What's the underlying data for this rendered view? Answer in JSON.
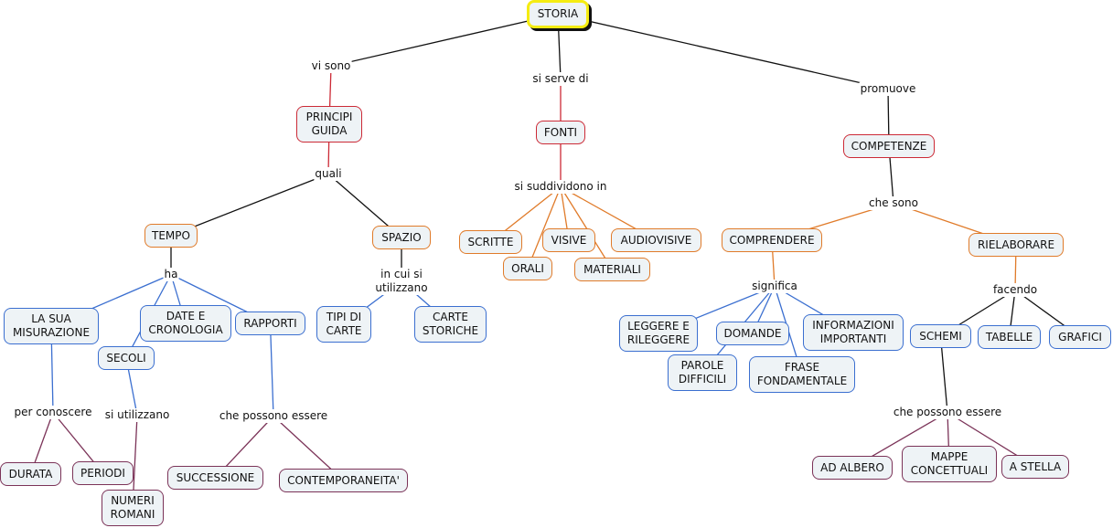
{
  "colors": {
    "root_border": "#f5ec12",
    "level1_border": "#cc2a36",
    "level2_border": "#e07b2a",
    "level3_border": "#3b6fd0",
    "level4_border": "#7b3358",
    "node_fill": "#eef3f6",
    "link_black": "#111111"
  },
  "nodes": {
    "storia": "STORIA",
    "principi_guida": "PRINCIPI\nGUIDA",
    "fonti": "FONTI",
    "competenze": "COMPETENZE",
    "tempo": "TEMPO",
    "spazio": "SPAZIO",
    "la_sua_misurazione": "LA SUA\nMISURAZIONE",
    "date_cronologia": "DATE E\nCRONOLOGIA",
    "rapporti": "RAPPORTI",
    "secoli": "SECOLI",
    "tipi_di_carte": "TIPI DI\nCARTE",
    "carte_storiche": "CARTE\nSTORICHE",
    "durata": "DURATA",
    "periodi": "PERIODI",
    "numeri_romani": "NUMERI\nROMANI",
    "successione": "SUCCESSIONE",
    "contemporaneita": "CONTEMPORANEITA'",
    "scritte": "SCRITTE",
    "orali": "ORALI",
    "visive": "VISIVE",
    "materiali": "MATERIALI",
    "audiovisive": "AUDIOVISIVE",
    "comprendere": "COMPRENDERE",
    "rielaborare": "RIELABORARE",
    "leggere_rileggere": "LEGGERE E\nRILEGGERE",
    "domande": "DOMANDE",
    "parole_difficili": "PAROLE\nDIFFICILI",
    "frase_fondamentale": "FRASE\nFONDAMENTALE",
    "informazioni_importanti": "INFORMAZIONI\nIMPORTANTI",
    "schemi": "SCHEMI",
    "tabelle": "TABELLE",
    "grafici": "GRAFICI",
    "ad_albero": "AD ALBERO",
    "mappe_concettuali": "MAPPE\nCONCETTUALI",
    "a_stella": "A STELLA"
  },
  "phrases": {
    "vi_sono": "vi sono",
    "si_serve_di": "si serve di",
    "promuove": "promuove",
    "quali": "quali",
    "si_suddividono_in": "si suddividono in",
    "che_sono": "che sono",
    "ha": "ha",
    "in_cui_si_utilizzano": "in cui si\nutilizzano",
    "significa": "significa",
    "facendo": "facendo",
    "per_conoscere": "per conoscere",
    "si_utilizzano": "si utilizzano",
    "che_possono_essere_1": "che possono essere",
    "che_possono_essere_2": "che possono essere"
  }
}
